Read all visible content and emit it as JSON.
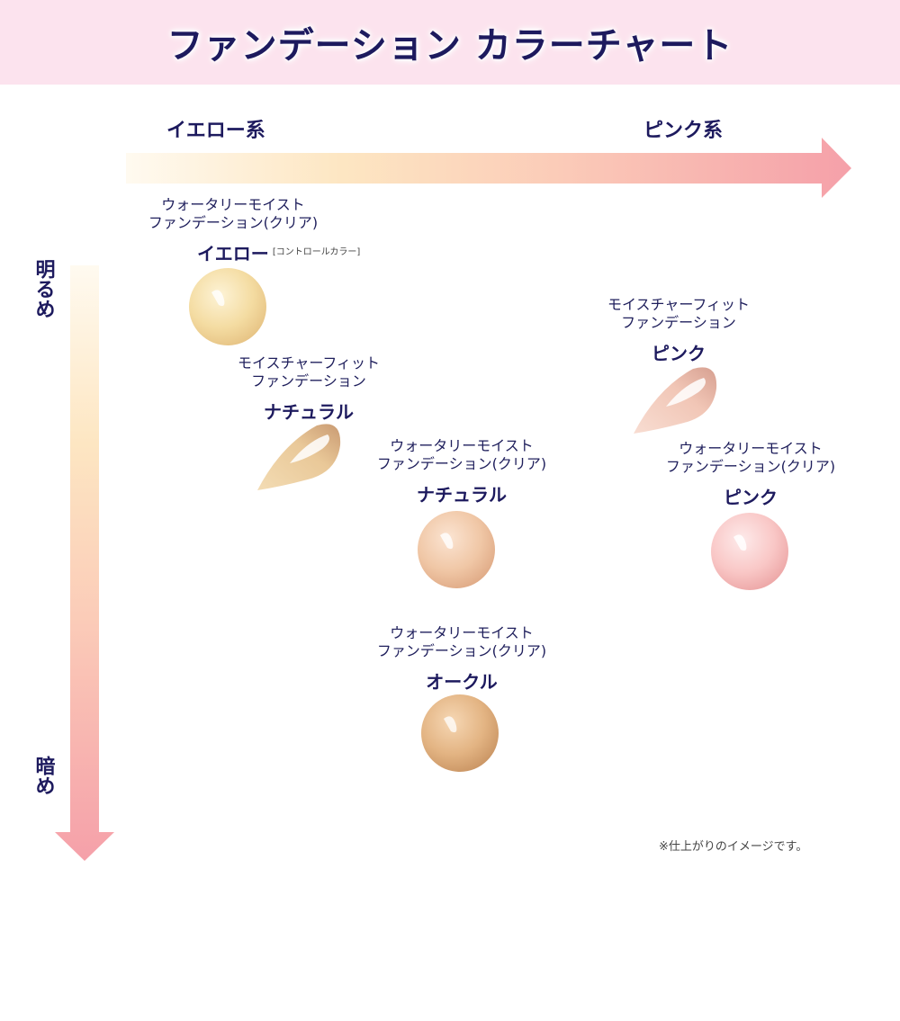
{
  "title": "ファンデーション カラーチャート",
  "axes": {
    "x_left": "イエロー系",
    "x_right": "ピンク系",
    "y_top": "明るめ",
    "y_bottom": "暗め"
  },
  "products": [
    {
      "line1": "ウォータリーモイスト",
      "line2": "ファンデーション(クリア)",
      "name": "イエロー",
      "note": "[コントロールカラー]",
      "color": "#f4dca2",
      "shape": "drop-round"
    },
    {
      "line1": "モイスチャーフィット",
      "line2": "ファンデーション",
      "name": "ナチュラル",
      "color": "#e9c898",
      "shape": "teardrop"
    },
    {
      "line1": "ウォータリーモイスト",
      "line2": "ファンデーション(クリア)",
      "name": "ナチュラル",
      "color": "#f0c7a6",
      "shape": "drop-round"
    },
    {
      "line1": "ウォータリーモイスト",
      "line2": "ファンデーション(クリア)",
      "name": "オークル",
      "color": "#e3b483",
      "shape": "drop-round"
    },
    {
      "line1": "モイスチャーフィット",
      "line2": "ファンデーション",
      "name": "ピンク",
      "color": "#f1c6b6",
      "shape": "teardrop"
    },
    {
      "line1": "ウォータリーモイスト",
      "line2": "ファンデーション(クリア)",
      "name": "ピンク",
      "color": "#f9c7c6",
      "shape": "drop-round"
    }
  ],
  "footnote": "※仕上がりのイメージです。"
}
